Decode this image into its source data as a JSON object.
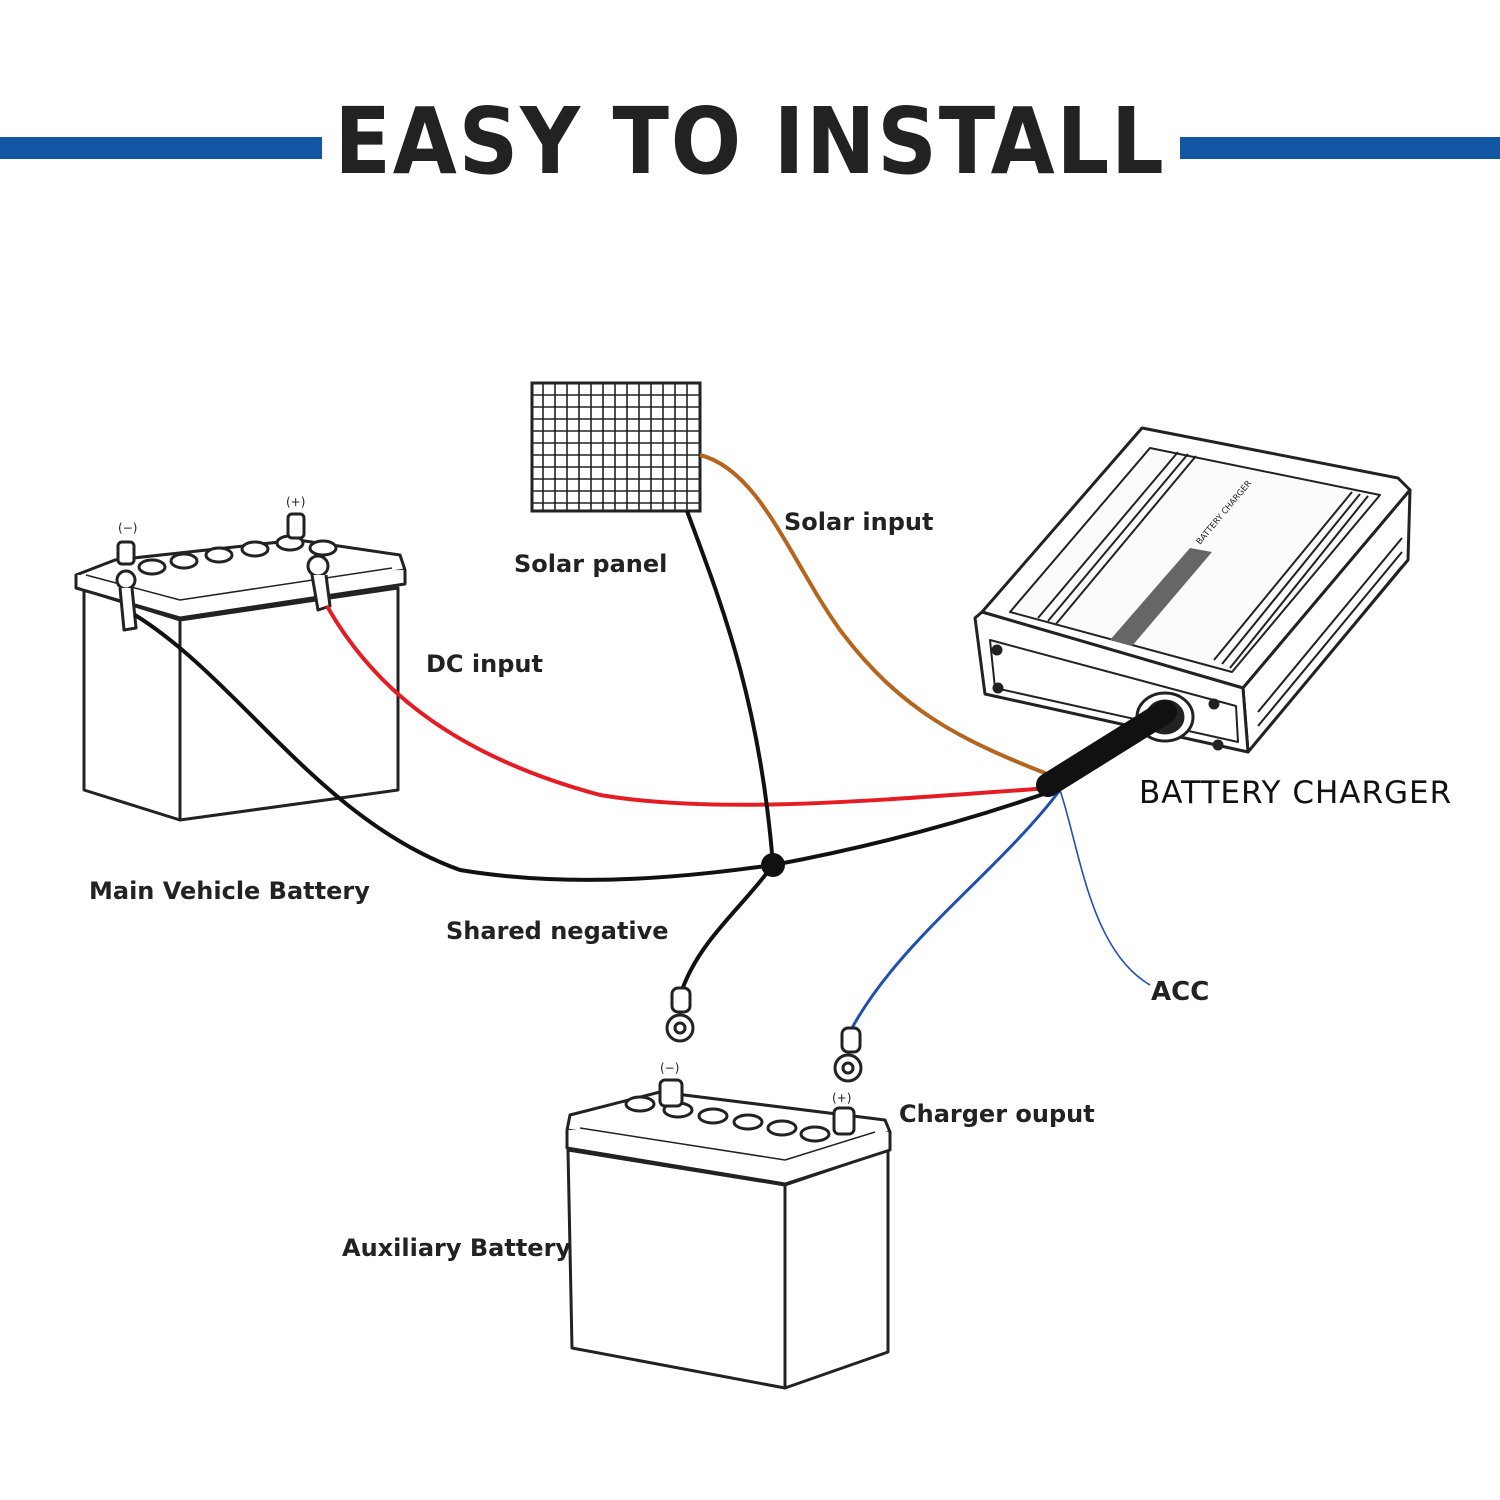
{
  "title": "EASY TO INSTALL",
  "colors": {
    "accent": "#1356a3",
    "dc_wire": "#e51c23",
    "solar_wire": "#b5651d",
    "acc_wire": "#1f4fb0",
    "negative_wire": "#111111"
  },
  "labels": {
    "solar_panel": "Solar panel",
    "solar_input": "Solar input",
    "dc_input": "DC input",
    "main_battery": "Main Vehicle Battery",
    "shared_negative": "Shared negative",
    "battery_charger": "BATTERY CHARGER",
    "acc": "ACC",
    "charger_output": "Charger ouput",
    "auxiliary_battery": "Auxiliary Battery"
  },
  "terminals": {
    "negative": "(−)",
    "positive": "(+)"
  },
  "device_text": "BATTERY CHARGER"
}
